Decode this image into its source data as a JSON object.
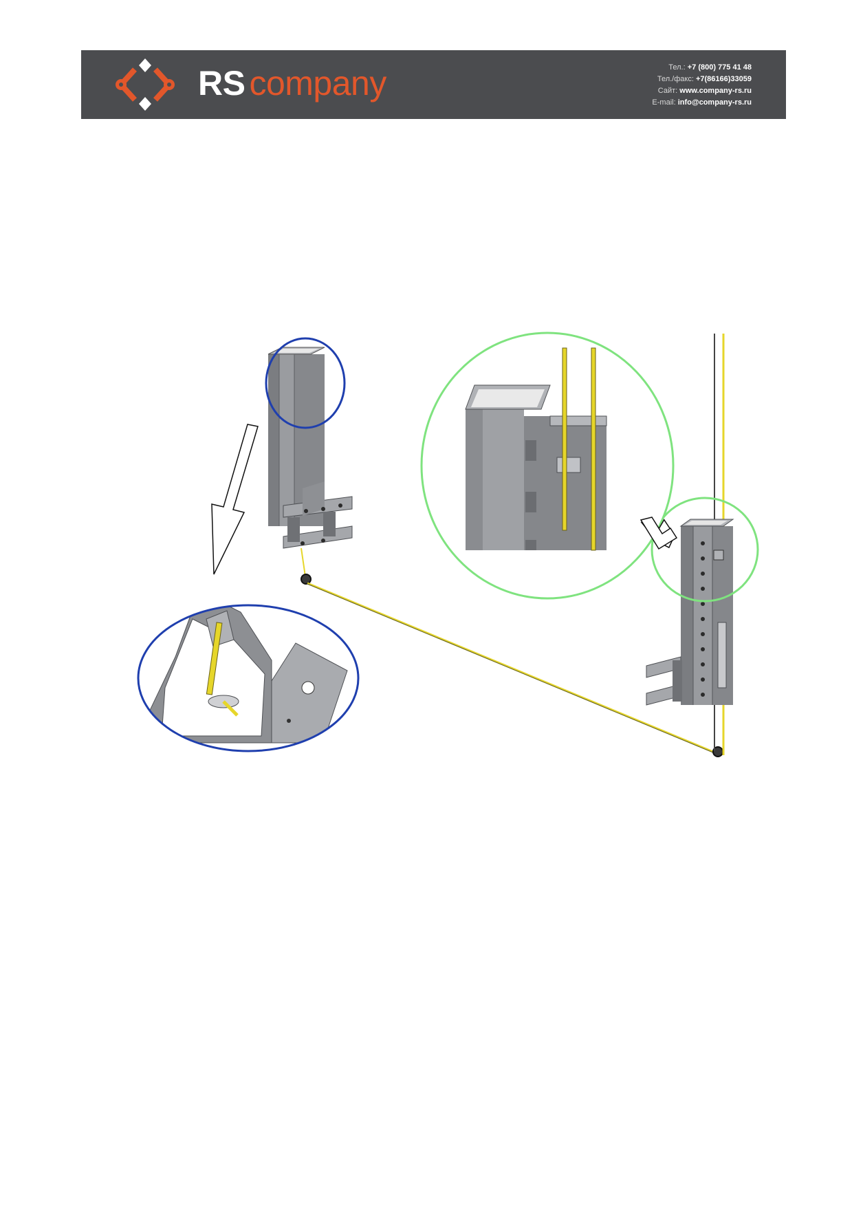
{
  "header": {
    "brand_rs": "RS",
    "brand_company": "company",
    "contacts": [
      {
        "label": "Тел.: ",
        "value": "+7 (800) 775 41 48"
      },
      {
        "label": "Тел./факс: ",
        "value": "+7(86166)33059"
      },
      {
        "label": "Сайт: ",
        "value": "www.company-rs.ru"
      },
      {
        "label": "E-mail: ",
        "value": "info@company-rs.ru"
      }
    ]
  },
  "colors": {
    "banner": "#4b4c4f",
    "brand_accent": "#e2572b",
    "blue_callout": "#1f3fae",
    "green_callout": "#7fe37f",
    "cable": "#e6d62a",
    "steel": "#8e9094"
  }
}
